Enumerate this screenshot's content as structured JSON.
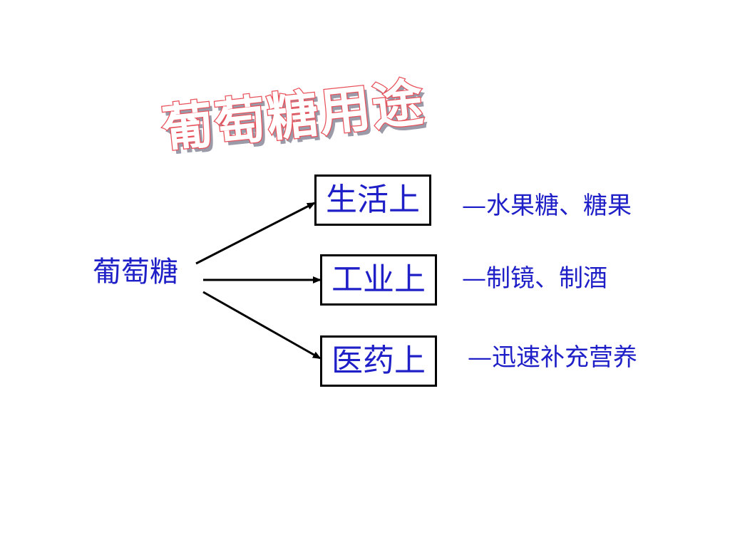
{
  "title": "葡萄糖用途",
  "root": {
    "label": "葡萄糖"
  },
  "branches": [
    {
      "label": "生活上",
      "use": "—水果糖、糖果"
    },
    {
      "label": "工业上",
      "use": "—制镜、制酒"
    },
    {
      "label": "医药上",
      "use": "—迅速补充营养"
    }
  ],
  "colors": {
    "text_blue": "#1f1fc8",
    "title_outline": "#e8505a",
    "title_shadow": "#9a9aa8",
    "box_border": "#000000"
  }
}
